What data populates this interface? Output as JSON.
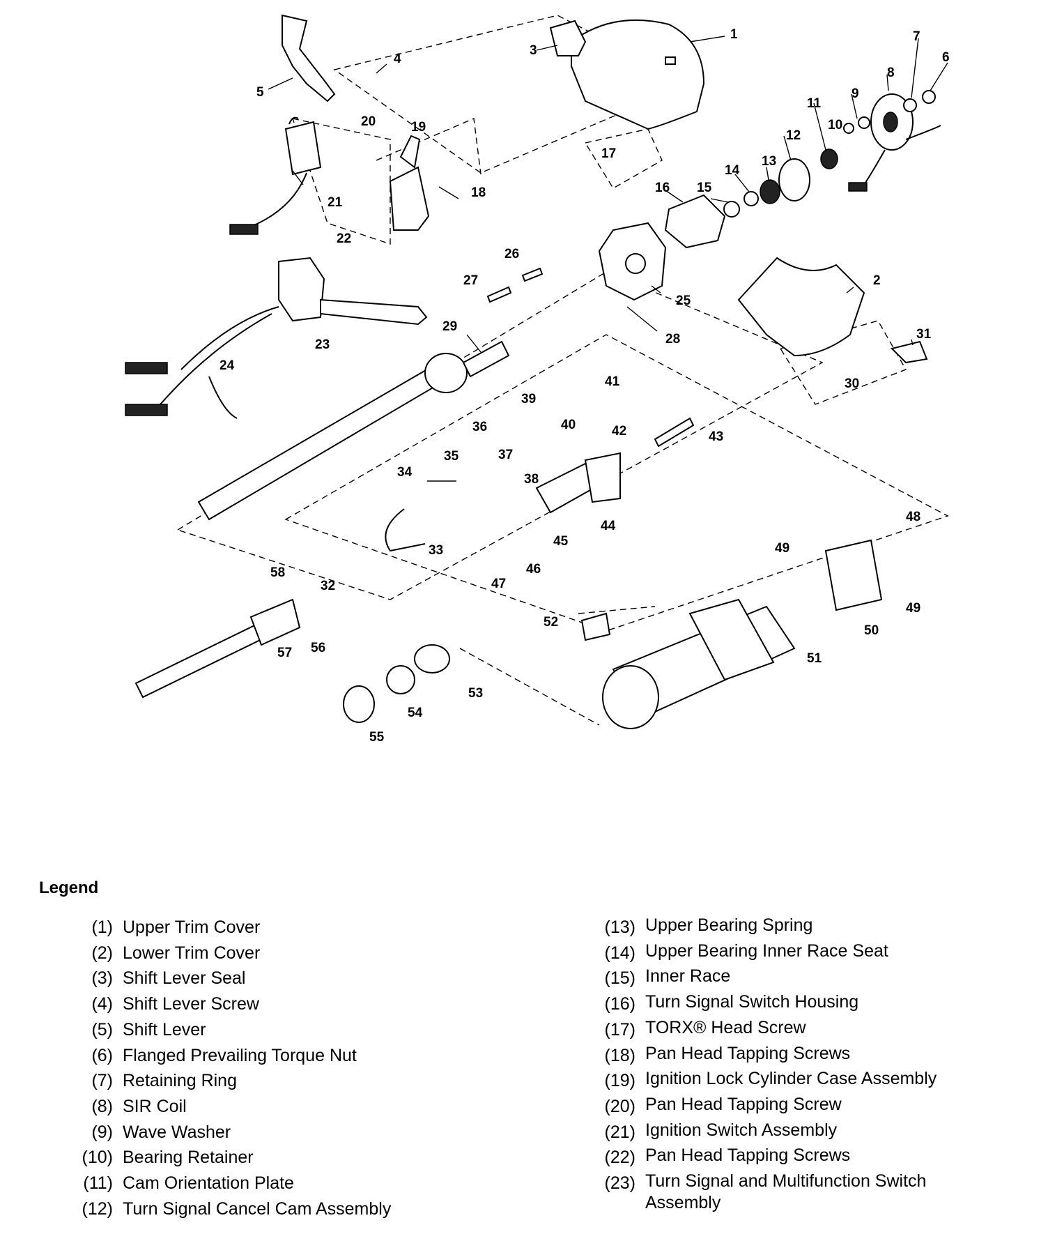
{
  "diagram": {
    "callouts": [
      "1",
      "2",
      "3",
      "4",
      "5",
      "6",
      "7",
      "8",
      "9",
      "10",
      "11",
      "12",
      "13",
      "14",
      "15",
      "16",
      "17",
      "18",
      "19",
      "20",
      "21",
      "22",
      "23",
      "24",
      "25",
      "26",
      "27",
      "28",
      "29",
      "30",
      "31",
      "32",
      "33",
      "34",
      "35",
      "36",
      "37",
      "38",
      "39",
      "40",
      "41",
      "42",
      "43",
      "44",
      "45",
      "46",
      "47",
      "48",
      "49",
      "49",
      "50",
      "51",
      "52",
      "53",
      "54",
      "55",
      "56",
      "57",
      "58"
    ]
  },
  "legend": {
    "title": "Legend",
    "left_items": [
      {
        "num": "(1)",
        "label": "Upper Trim Cover"
      },
      {
        "num": "(2)",
        "label": "Lower Trim Cover"
      },
      {
        "num": "(3)",
        "label": "Shift Lever Seal"
      },
      {
        "num": "(4)",
        "label": "Shift Lever Screw"
      },
      {
        "num": "(5)",
        "label": "Shift Lever"
      },
      {
        "num": "(6)",
        "label": "Flanged Prevailing Torque Nut"
      },
      {
        "num": "(7)",
        "label": "Retaining Ring"
      },
      {
        "num": "(8)",
        "label": "SIR Coil"
      },
      {
        "num": "(9)",
        "label": "Wave Washer"
      },
      {
        "num": "(10)",
        "label": "Bearing Retainer"
      },
      {
        "num": "(11)",
        "label": "Cam Orientation Plate"
      },
      {
        "num": "(12)",
        "label": "Turn Signal Cancel Cam Assembly"
      }
    ],
    "right_items": [
      {
        "num": "(13)",
        "label": "Upper Bearing Spring"
      },
      {
        "num": "(14)",
        "label": "Upper Bearing Inner Race Seat"
      },
      {
        "num": "(15)",
        "label": "Inner Race"
      },
      {
        "num": "(16)",
        "label": "Turn Signal Switch Housing"
      },
      {
        "num": "(17)",
        "label": "TORX® Head Screw"
      },
      {
        "num": "(18)",
        "label": "Pan Head Tapping Screws"
      },
      {
        "num": "(19)",
        "label": "Ignition Lock Cylinder Case Assembly"
      },
      {
        "num": "(20)",
        "label": "Pan Head Tapping Screw"
      },
      {
        "num": "(21)",
        "label": "Ignition Switch Assembly"
      },
      {
        "num": "(22)",
        "label": "Pan Head Tapping Screws"
      },
      {
        "num": "(23)",
        "label": "Turn Signal and Multifunction Switch Assembly"
      }
    ]
  }
}
